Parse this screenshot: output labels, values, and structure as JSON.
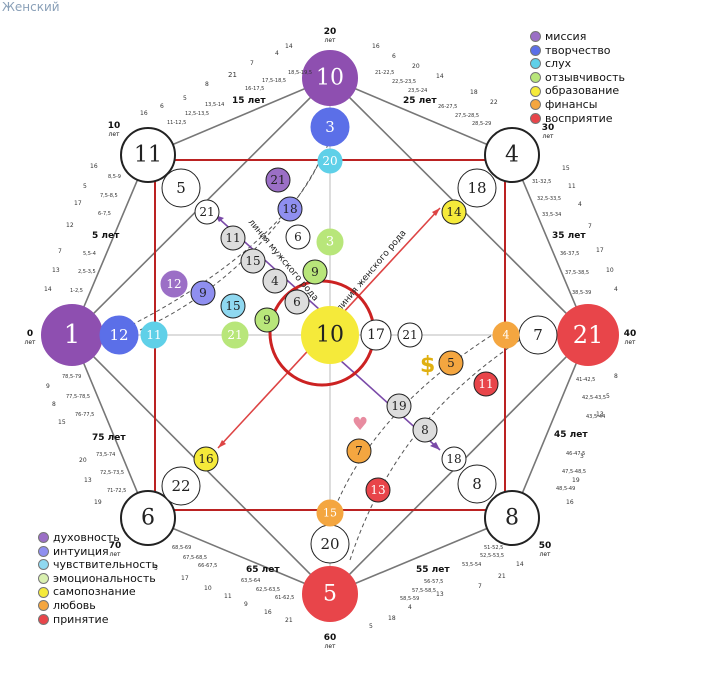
{
  "title": "Женский",
  "ages": {
    "a0": {
      "num": "0",
      "unit": "лет"
    },
    "a10": {
      "num": "10",
      "unit": "лет"
    },
    "a20": {
      "num": "20",
      "unit": "лет"
    },
    "a30": {
      "num": "30",
      "unit": "лет"
    },
    "a40": {
      "num": "40",
      "unit": "лет"
    },
    "a50": {
      "num": "50",
      "unit": "лет"
    },
    "a60": {
      "num": "60",
      "unit": "лет"
    },
    "a70": {
      "num": "70",
      "unit": "лет"
    },
    "a5": "5 лет",
    "a15": "15 лет",
    "a25": "25 лет",
    "a35": "35 лет",
    "a45": "45 лет",
    "a55": "55 лет",
    "a65": "65 лет",
    "a75": "75 лет"
  },
  "line_labels": {
    "male": "линия мужского рода",
    "female": "линия женского рода"
  },
  "legend_top": [
    {
      "label": "миссия",
      "color": "#9b6fc6"
    },
    {
      "label": "творчество",
      "color": "#5b6fe8"
    },
    {
      "label": "слух",
      "color": "#5fd0e8"
    },
    {
      "label": "отзывчивость",
      "color": "#b8e67a"
    },
    {
      "label": "образование",
      "color": "#f5ea3a"
    },
    {
      "label": "финансы",
      "color": "#f4a640"
    },
    {
      "label": "восприятие",
      "color": "#e8454a"
    }
  ],
  "legend_bottom": [
    {
      "label": "духовность",
      "color": "#9b6fc6"
    },
    {
      "label": "интуиция",
      "color": "#8f8ff0"
    },
    {
      "label": "чувствительность",
      "color": "#8fd8f0"
    },
    {
      "label": "эмоциональность",
      "color": "#d9f0b0"
    },
    {
      "label": "самопознание",
      "color": "#f5ea3a"
    },
    {
      "label": "любовь",
      "color": "#f4a640"
    },
    {
      "label": "принятие",
      "color": "#e8454a"
    }
  ],
  "nodes": {
    "center": "10",
    "top": "10",
    "top2": "3",
    "top3": "20",
    "left": "1",
    "left2": "12",
    "left3": "11",
    "right": "21",
    "right2": "7",
    "right3": "4",
    "bottom": "5",
    "bottom2": "20",
    "bottom3": "15",
    "tl": "11",
    "tl2": "5",
    "tl3": "21",
    "tr": "4",
    "tr2": "18",
    "tr3": "14",
    "bl": "6",
    "bl2": "22",
    "bl3": "16",
    "br": "8",
    "br2": "8",
    "br3": "18",
    "c_right1": "17",
    "c_right2": "21",
    "c_up1": "3",
    "c_up2": "9",
    "c_up3": "6",
    "c_up4": "6",
    "c_left1": "21",
    "c_left2": "9",
    "diag_21": "21",
    "diag_18": "18",
    "m_11": "11",
    "m_15": "15",
    "m_4": "4",
    "m_12": "12",
    "m_9": "9",
    "m_15b": "15",
    "f_5": "5",
    "f_11": "11",
    "f_19": "19",
    "f_8": "8",
    "f_7": "7",
    "f_13": "13"
  },
  "ticks": {
    "t_21a": "21",
    "t_7a": "7",
    "t_4a": "4",
    "t_14a": "14",
    "t_17_5": "17,5-18,5",
    "t_18_5": "18,5-19,5",
    "t_16_17": "16-17,5",
    "t_8a": "8",
    "t_5a": "5",
    "t_6a": "6",
    "t_16a": "16",
    "t_13_5": "13,5-14",
    "t_12_5": "12,5-13,5",
    "t_11_12": "11-12,5",
    "t_16b": "16",
    "t_6b": "6",
    "t_20b": "20",
    "t_14b": "14",
    "t_21_22": "21-22,5",
    "t_22_5": "22,5-23,5",
    "t_23_5": "23,5-24",
    "t_18b": "18",
    "t_22b": "22",
    "t_26": "26-27,5",
    "t_27_5": "27,5-28,5",
    "t_28_5": "28,5-29",
    "l_8_5": "8,5-9",
    "l_7_5": "7,5-8,5",
    "l_6": "6-7,5",
    "l_16": "16",
    "l_5": "5",
    "l_17": "17",
    "l_12": "12",
    "l_5_4": "5,5-4",
    "l_2_3": "2,5-3,5",
    "l_1_2": "1-2,5",
    "l_7": "7",
    "l_13": "13",
    "l_14": "14",
    "r_15": "15",
    "r_11": "11",
    "r_4": "4",
    "r_31": "31-32,5",
    "r_32": "32,5-33,5",
    "r_33": "33,5-34",
    "r_7": "7",
    "r_17": "17",
    "r_10": "10",
    "r_4b": "4",
    "r_36": "36-37,5",
    "r_37": "37,5-38,5",
    "r_38": "38,5-39",
    "bl_78": "78,5-79",
    "bl_77": "77,5-78,5",
    "bl_76": "76-77,5",
    "bl_9": "9",
    "bl_8": "8",
    "bl_15": "15",
    "bl_73": "73,5-74",
    "bl_72": "72,5-73,5",
    "bl_71": "71-72,5",
    "bl_20": "20",
    "bl_13": "13",
    "bl_19": "19",
    "bl_7": "7",
    "bl_68": "68,5-69",
    "bl_67": "67,5-68,5",
    "bl_66": "66-67,5",
    "bl_5": "5",
    "bl_17": "17",
    "bl_10": "10",
    "bl_63": "63,5-64",
    "bl_62": "62,5-63,5",
    "bl_61": "61-62,5",
    "bl_11": "11",
    "bl_9b": "9",
    "bl_16": "16",
    "bl_21": "21",
    "br_41": "41-42,5",
    "br_42": "42,5-43,5",
    "br_43": "43,5-44",
    "br_8": "8",
    "br_5": "5",
    "br_13": "13",
    "br_11": "11",
    "br_46": "46-47,5",
    "br_47": "47,5-48,5",
    "br_48": "48,5-49",
    "br_3": "3",
    "br_19": "19",
    "br_16": "16",
    "br_51": "51-52,5",
    "br_52": "52,5-53,5",
    "br_53": "53,5-54",
    "br_14": "14",
    "br_21": "21",
    "br_7": "7",
    "br_56": "56-57,5",
    "br_57": "57,5-58,5",
    "br_58": "58,5-59",
    "br_13b": "13",
    "br_4": "4",
    "br_18": "18",
    "br_5b": "5"
  },
  "symbols": {
    "dollar": "$",
    "heart": "♥"
  }
}
